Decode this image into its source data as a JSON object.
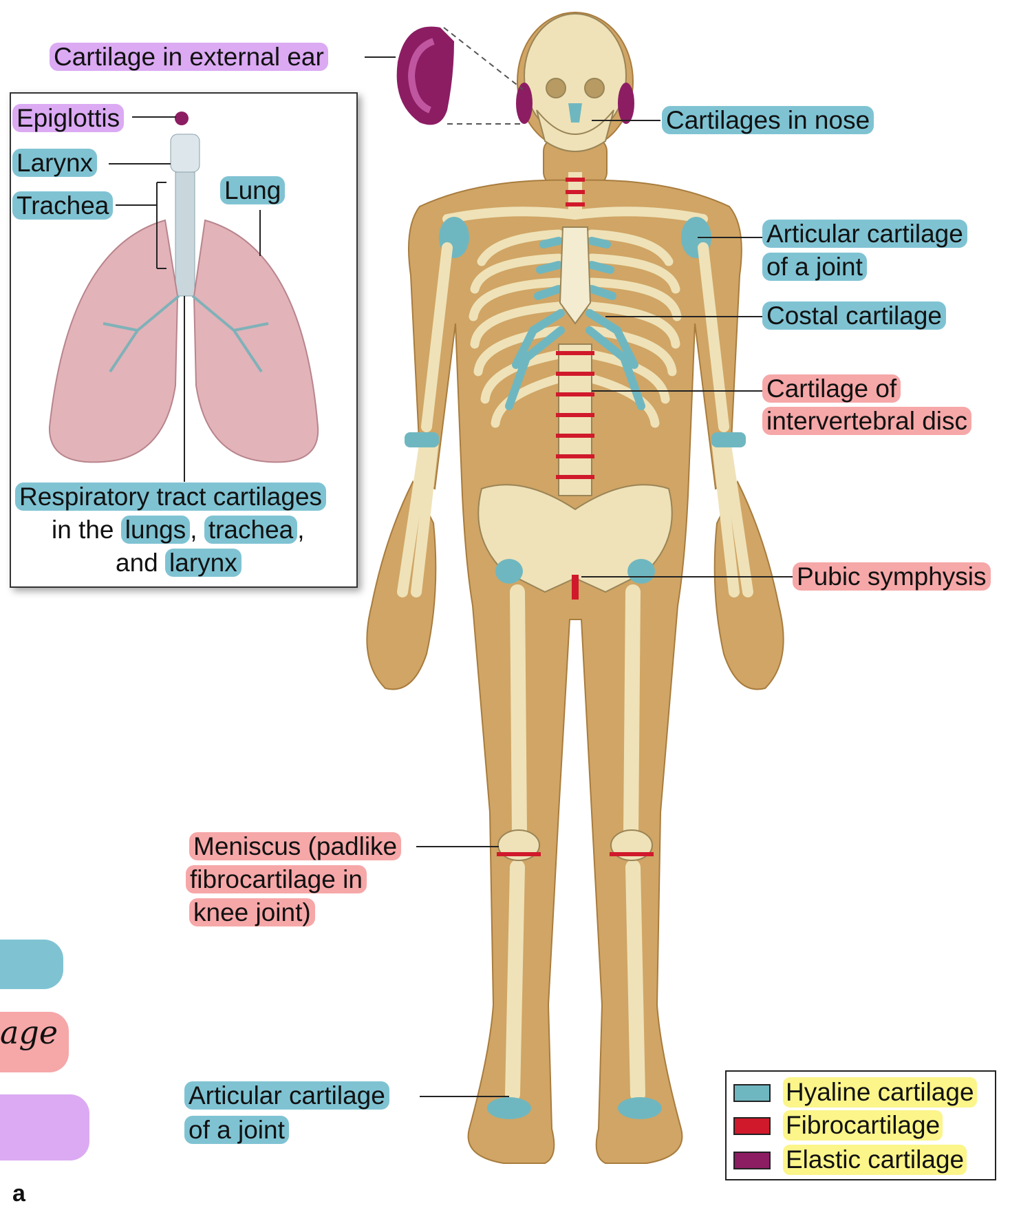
{
  "labels": {
    "ear": "Cartilage in external ear",
    "epiglottis": "Epiglottis",
    "larynx": "Larynx",
    "trachea": "Trachea",
    "lung": "Lung",
    "resp_line1": "Respiratory tract cartilages",
    "resp_in_the": "in the",
    "resp_lungs": "lungs",
    "resp_comma1": ",",
    "resp_trachea": "trachea",
    "resp_comma2": ",",
    "resp_and": "and",
    "resp_larynx": "larynx",
    "nose": "Cartilages in nose",
    "articular_upper_1": "Articular cartilage",
    "articular_upper_2": "of a joint",
    "costal": "Costal cartilage",
    "disc_1": "Cartilage of",
    "disc_2": "intervertebral disc",
    "pubic": "Pubic symphysis",
    "meniscus_1": "Meniscus (padlike",
    "meniscus_2": "fibrocartilage in",
    "meniscus_3": "knee joint)",
    "articular_lower_1": "Articular cartilage",
    "articular_lower_2": "of a joint",
    "handwritten_partial": "age",
    "panel_letter": "a"
  },
  "legend": {
    "items": [
      {
        "label": "Hyaline cartilage",
        "color": "#6fb7c0"
      },
      {
        "label": "Fibrocartilage",
        "color": "#d0192b"
      },
      {
        "label": "Elastic cartilage",
        "color": "#8c1d63"
      }
    ]
  },
  "colors": {
    "hyaline": "#6fb7c0",
    "fibro": "#d0192b",
    "elastic": "#8c1d63",
    "highlight_blue": "#7fc3d3",
    "highlight_pink": "#f6a7a8",
    "highlight_purple": "#dbaaf3",
    "highlight_yellow": "#fbf58a",
    "skin": "#d3a867",
    "bone": "#efe2b8",
    "lung": "#e2b3b9"
  }
}
